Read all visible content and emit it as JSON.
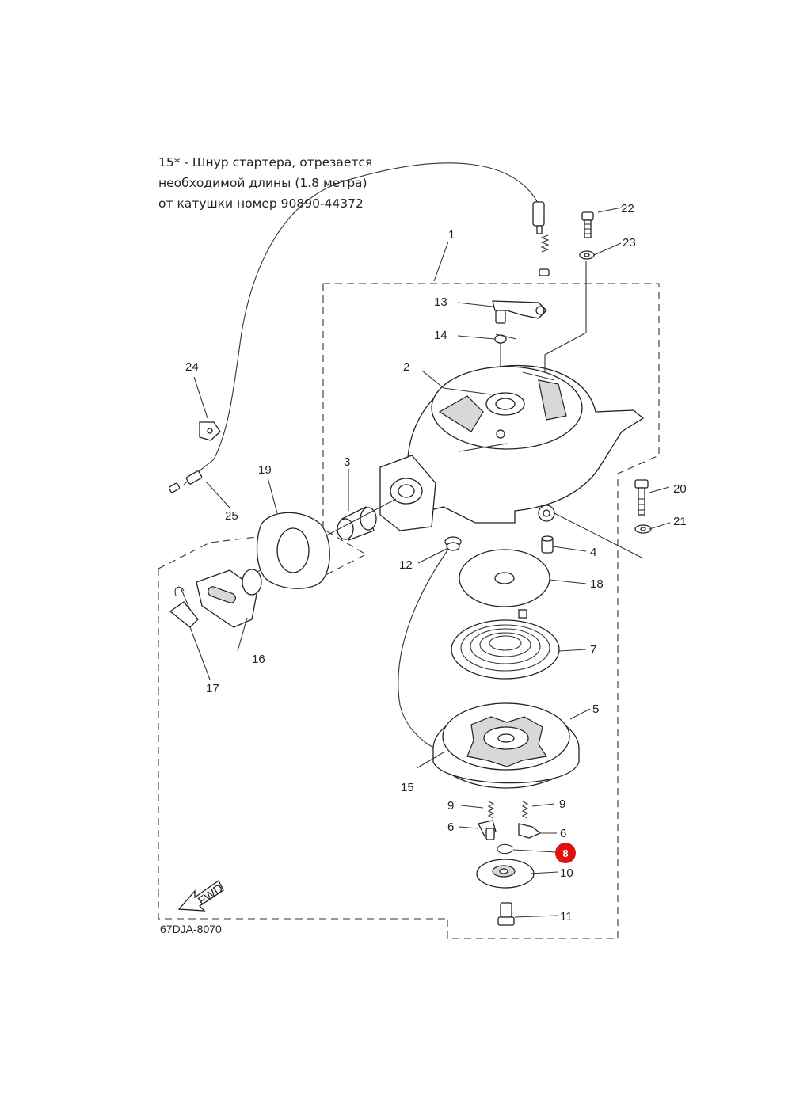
{
  "note": {
    "line1": "15* - Шнур стартера, отрезается",
    "line2": "необходимой длины (1.8 метра)",
    "line3": "от катушки номер 90890-44372"
  },
  "callouts": {
    "p1": "1",
    "p2": "2",
    "p3": "3",
    "p4": "4",
    "p5": "5",
    "p6a": "6",
    "p6b": "6",
    "p7": "7",
    "p8": "8",
    "p9a": "9",
    "p9b": "9",
    "p10": "10",
    "p11": "11",
    "p12": "12",
    "p13": "13",
    "p14": "14",
    "p15": "15",
    "p16": "16",
    "p17": "17",
    "p18": "18",
    "p19": "19",
    "p20": "20",
    "p21": "21",
    "p22": "22",
    "p23": "23",
    "p24": "24",
    "p25": "25"
  },
  "highlight_part": "8",
  "highlight_color": "#e01010",
  "fwd_label": "FWD",
  "diagram_code": "67DJA-8070"
}
